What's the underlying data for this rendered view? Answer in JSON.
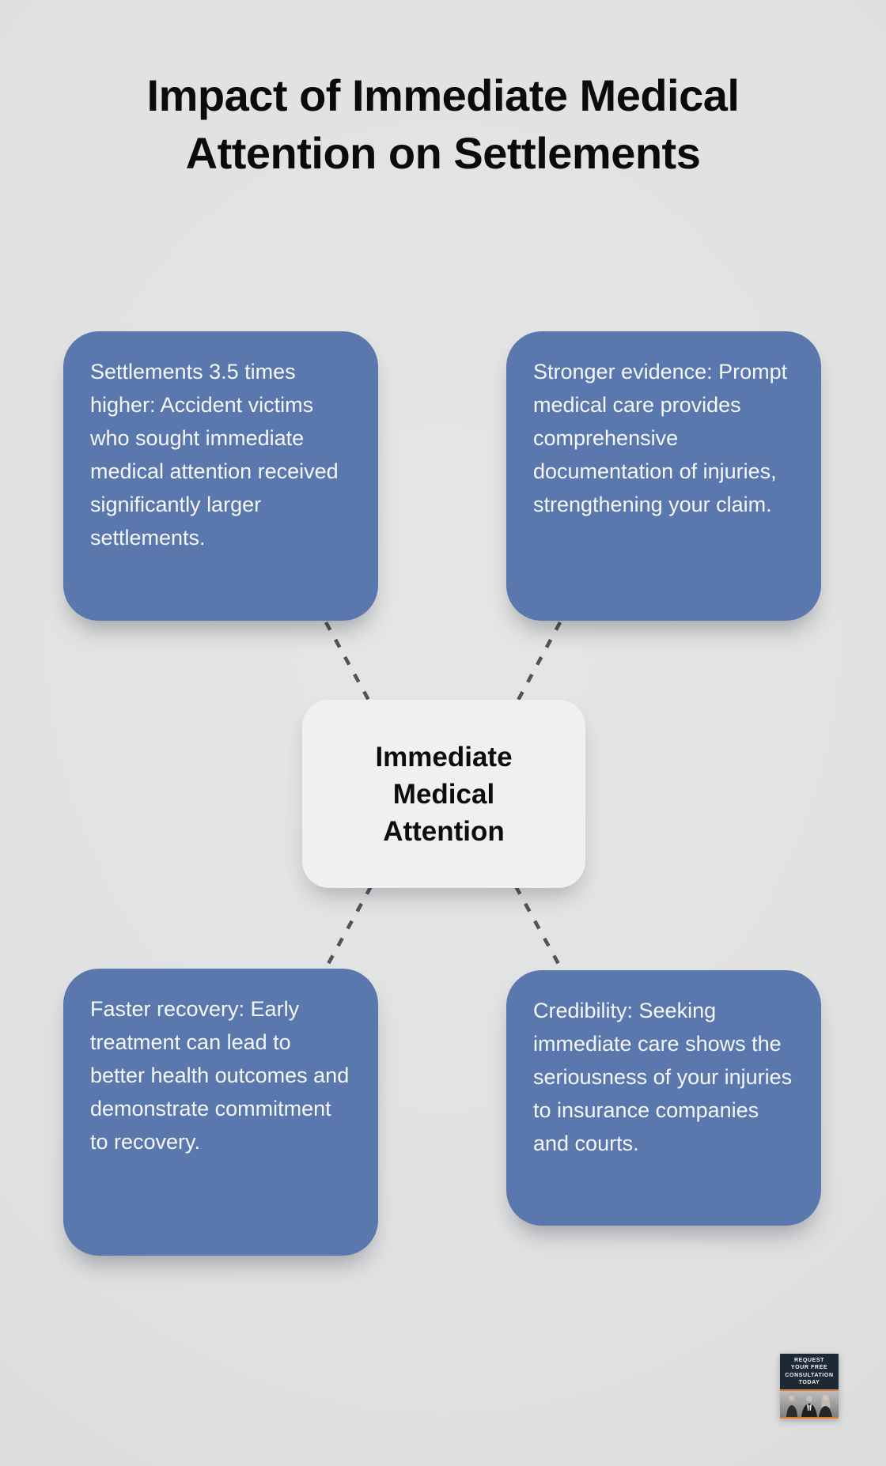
{
  "title": "Impact of Immediate Medical Attention on Settlements",
  "center_node": {
    "label": "Immediate Medical Attention"
  },
  "cards": [
    {
      "id": "settlements-higher",
      "text": "Settlements 3.5 times higher: Accident victims who sought immediate medical attention received significantly larger settlements."
    },
    {
      "id": "stronger-evidence",
      "text": "Stronger evidence: Prompt medical care provides comprehensive documentation of injuries, strengthening your claim."
    },
    {
      "id": "faster-recovery",
      "text": "Faster recovery: Early treatment can lead to better health outcomes and demonstrate commitment to recovery."
    },
    {
      "id": "credibility",
      "text": "Credibility: Seeking immediate care shows the seriousness of your injuries to insurance companies and courts."
    }
  ],
  "badge": {
    "lines": [
      "REQUEST",
      "YOUR FREE",
      "CONSULTATION",
      "TODAY"
    ]
  },
  "colors": {
    "background": "#e0e1e1",
    "card_blue": "#5a78ad",
    "card_text": "#f5f7fa",
    "center_bg": "#eef0f2",
    "center_text": "#0d0d0d",
    "title_text": "#0b0b0b",
    "connector": "#515456",
    "badge_navy": "#1d2935",
    "badge_orange": "#e07c28"
  }
}
